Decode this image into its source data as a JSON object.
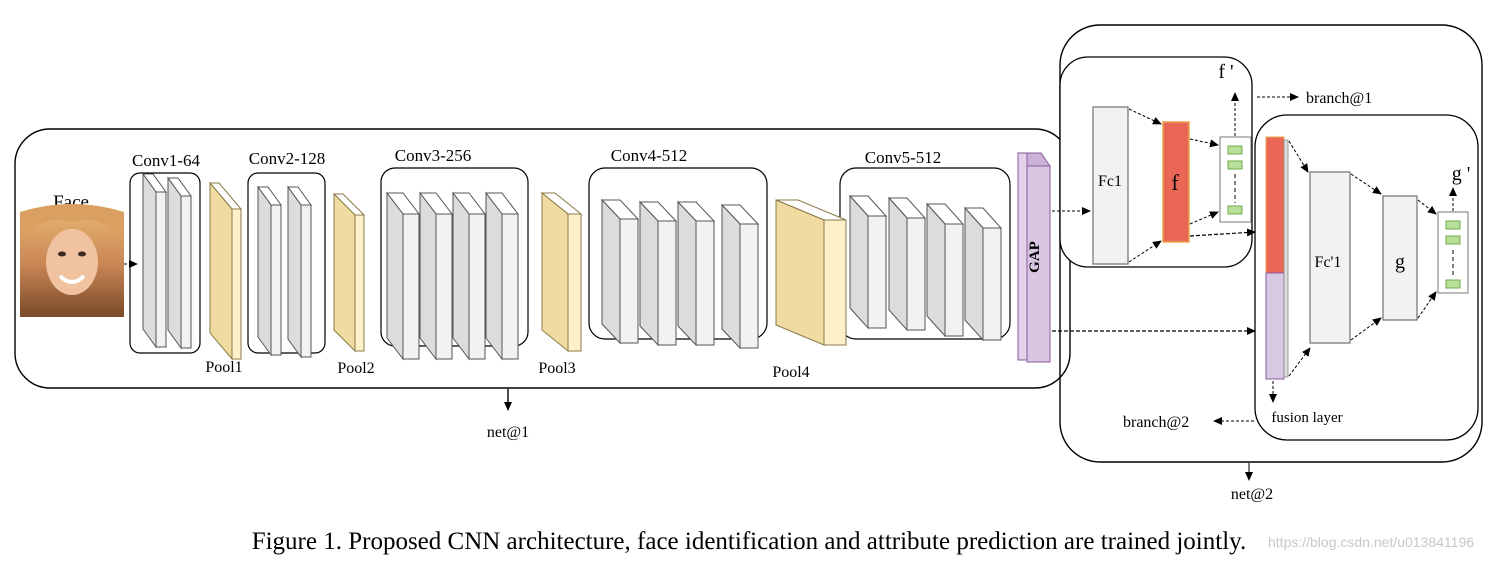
{
  "labels": {
    "face": "Face",
    "conv1": "Conv1-64",
    "conv2": "Conv2-128",
    "conv3": "Conv3-256",
    "conv4": "Conv4-512",
    "conv5": "Conv5-512",
    "pool1": "Pool1",
    "pool2": "Pool2",
    "pool3": "Pool3",
    "pool4": "Pool4",
    "gap": "GAP",
    "net1": "net@1",
    "net2": "net@2",
    "fc1": "Fc1",
    "f": "f",
    "f_prime": "f '",
    "branch1": "branch@1",
    "fc1_prime": "Fc'1",
    "g": "g",
    "g_prime": "g '",
    "branch2": "branch@2",
    "fusion": "fusion layer"
  },
  "caption": "Figure 1. Proposed CNN architecture, face identification and attribute prediction are trained jointly.",
  "watermark": "https://blog.csdn.net/u013841196",
  "colors": {
    "conv_face": "#f2f2f2",
    "conv_side": "#dcdcdc",
    "pool_face": "#fdf1c9",
    "pool_side": "#f0dca0",
    "gap": "#d9c6e2",
    "feature_f": "#ea6758",
    "fusion_bottom": "#d7c8e3",
    "node_green": "#b9e09a",
    "node_border": "#6fa94a"
  }
}
